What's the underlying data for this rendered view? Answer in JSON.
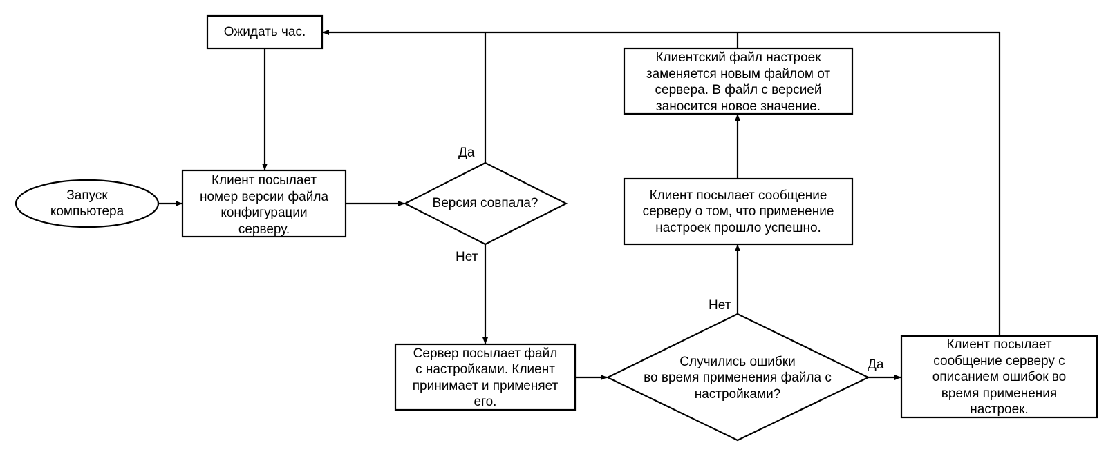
{
  "nodes": {
    "start": "Запуск\nкомпьютера",
    "send_version": "Клиент посылает\nномер версии файла\nконфигурации\nсерверу.",
    "wait": "Ожидать час.",
    "version_match": "Версия совпала?",
    "server_sends": "Сервер посылает файл\nс настройками. Клиент\nпринимает и применяет\nего.",
    "errors_question": "Случились ошибки\nво время применения файла с\nнастройками?",
    "report_success": "Клиент посылает сообщение\nсерверу о том, что применение\nнастроек прошло успешно.",
    "replace_file": "Клиентский файл настроек\nзаменяется новым файлом от\nсервера. В файл с версией\nзаносится новое значение.",
    "report_errors": "Клиент посылает\nсообщение серверу с\nописанием ошибок во\nвремя применения\nнастроек."
  },
  "edge_labels": {
    "version_yes": "Да",
    "version_no": "Нет",
    "errors_no": "Нет",
    "errors_yes": "Да"
  },
  "colors": {
    "line": "#000000",
    "fill": "#ffffff",
    "text": "#000000"
  }
}
